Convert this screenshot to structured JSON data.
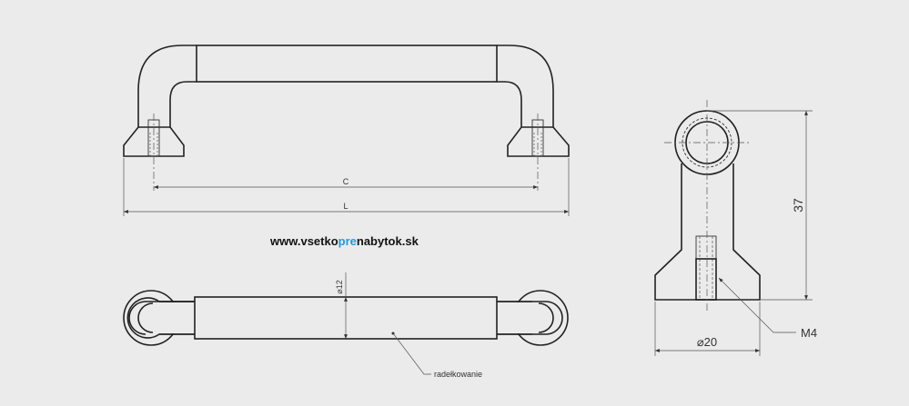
{
  "website": {
    "prefix": "www.vsetko",
    "highlight": "pre",
    "suffix": "nabytok.sk",
    "highlight_color": "#1e9be0"
  },
  "front_view": {
    "dim_c": "C",
    "dim_l": "L"
  },
  "top_view": {
    "diameter": "⌀12",
    "knurling": "radełkowanie"
  },
  "side_view": {
    "height": "37",
    "diameter": "⌀20",
    "thread": "M4"
  },
  "colors": {
    "background": "#ebebeb",
    "line": "#222222"
  }
}
